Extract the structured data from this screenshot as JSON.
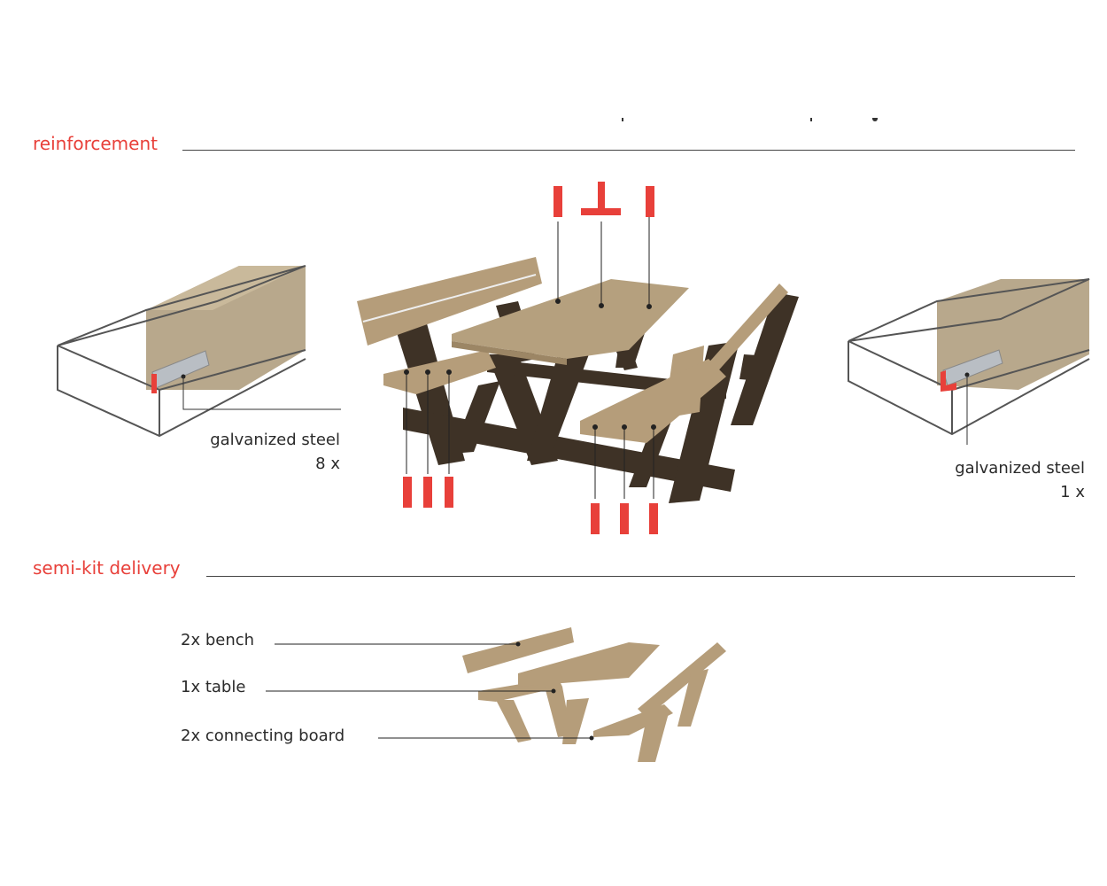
{
  "sections": {
    "reinforcement": {
      "title": "reinforcement",
      "left_callout": {
        "label": "galvanized steel",
        "qty": "8 x"
      },
      "right_callout": {
        "label": "galvanized steel",
        "qty": "1 x"
      }
    },
    "semi_kit": {
      "title": "semi-kit delivery",
      "items": [
        {
          "label": "2x bench"
        },
        {
          "label": "1x table"
        },
        {
          "label": "2x connecting board"
        }
      ]
    }
  },
  "colors": {
    "accent": "#e8403a",
    "wood": "#b59d7a",
    "frame": "#3e3226",
    "steel": "#b9bec4"
  }
}
